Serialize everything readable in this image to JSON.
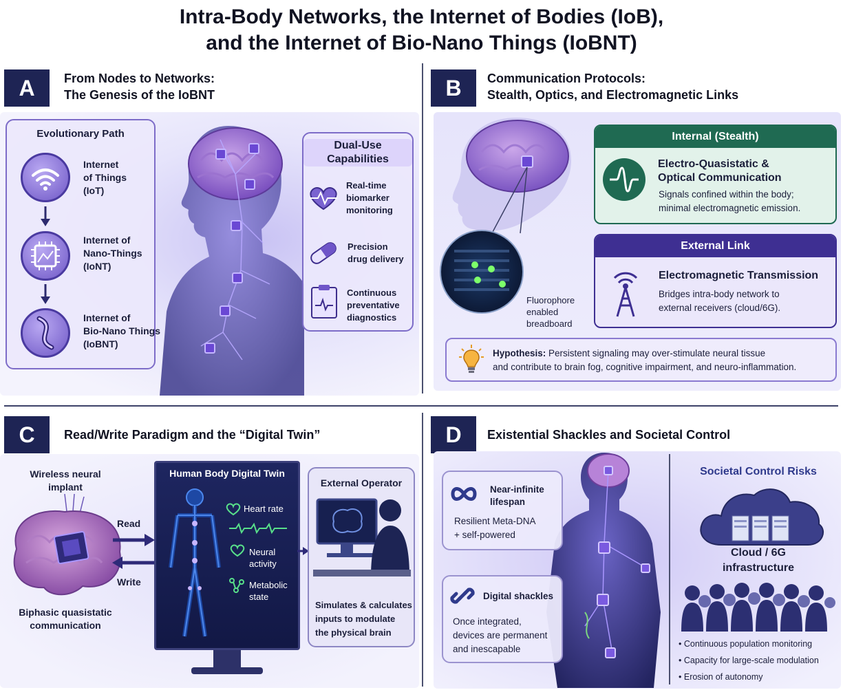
{
  "title": [
    "Intra-Body Networks, the Internet of Bodies (IoB),",
    "and the Internet of Bio-Nano Things (IoBNT)"
  ],
  "panels": {
    "a": {
      "letter": "A",
      "title": [
        "From Nodes to Networks:",
        "The Genesis of the IoBNT"
      ],
      "evolution_title": "Evolutionary Path",
      "steps": [
        [
          "Internet",
          "of Things",
          "(IoT)"
        ],
        [
          "Internet of",
          "Nano-Things",
          "(IoNT)"
        ],
        [
          "Internet of",
          "Bio-Nano Things",
          "(IoBNT)"
        ]
      ],
      "dual_use_title": [
        "Dual-Use",
        "Capabilities"
      ],
      "capabilities": [
        [
          "Real-time",
          "biomarker",
          "monitoring"
        ],
        [
          "Precision",
          "drug delivery"
        ],
        [
          "Continuous",
          "preventative",
          "diagnostics"
        ]
      ]
    },
    "b": {
      "letter": "B",
      "title": [
        "Communication Protocols:",
        "Stealth, Optics, and Electromagnetic Links"
      ],
      "fluorophore_label": [
        "Fluorophore",
        "enabled",
        "breadboard"
      ],
      "internal_header": "Internal (Stealth)",
      "internal_title": [
        "Electro-Quasistatic &",
        "Optical Communication"
      ],
      "internal_desc": [
        "Signals confined within the body;",
        "minimal electromagnetic emission."
      ],
      "external_header": "External Link",
      "external_title": "Electromagnetic Transmission",
      "external_desc": [
        "Bridges intra-body network to",
        "external receivers (cloud/6G)."
      ],
      "hypothesis_label": "Hypothesis:",
      "hypothesis_text": [
        "Persistent signaling may over-stimulate neural tissue",
        "and contribute to brain fog, cognitive impairment, and neuro-inflammation."
      ]
    },
    "c": {
      "letter": "C",
      "title": "Read/Write Paradigm and the “Digital Twin”",
      "implant_label": [
        "Wireless neural",
        "implant"
      ],
      "read": "Read",
      "write": "Write",
      "comm_label": [
        "Biphasic quasistatic",
        "communication"
      ],
      "twin_title": "Human Body Digital Twin",
      "metrics": [
        [
          "Heart rate"
        ],
        [
          "Neural",
          "activity"
        ],
        [
          "Metabolic",
          "state"
        ]
      ],
      "operator_title": "External Operator",
      "operator_desc": [
        "Simulates & calculates",
        "inputs to modulate",
        "the physical brain"
      ]
    },
    "d": {
      "letter": "D",
      "title": "Existential Shackles and Societal Control",
      "lifespan_title": [
        "Near-infinite",
        "lifespan"
      ],
      "lifespan_desc": [
        "Resilient Meta-DNA",
        "+ self-powered"
      ],
      "shackles_title": "Digital shackles",
      "shackles_desc": [
        "Once integrated,",
        "devices are permanent",
        "and inescapable"
      ],
      "risks_title": "Societal Control Risks",
      "cloud_label": [
        "Cloud / 6G",
        "infrastructure"
      ],
      "risks": [
        "Continuous population monitoring",
        "Capacity for large-scale modulation",
        "Erosion of autonomy"
      ]
    }
  }
}
